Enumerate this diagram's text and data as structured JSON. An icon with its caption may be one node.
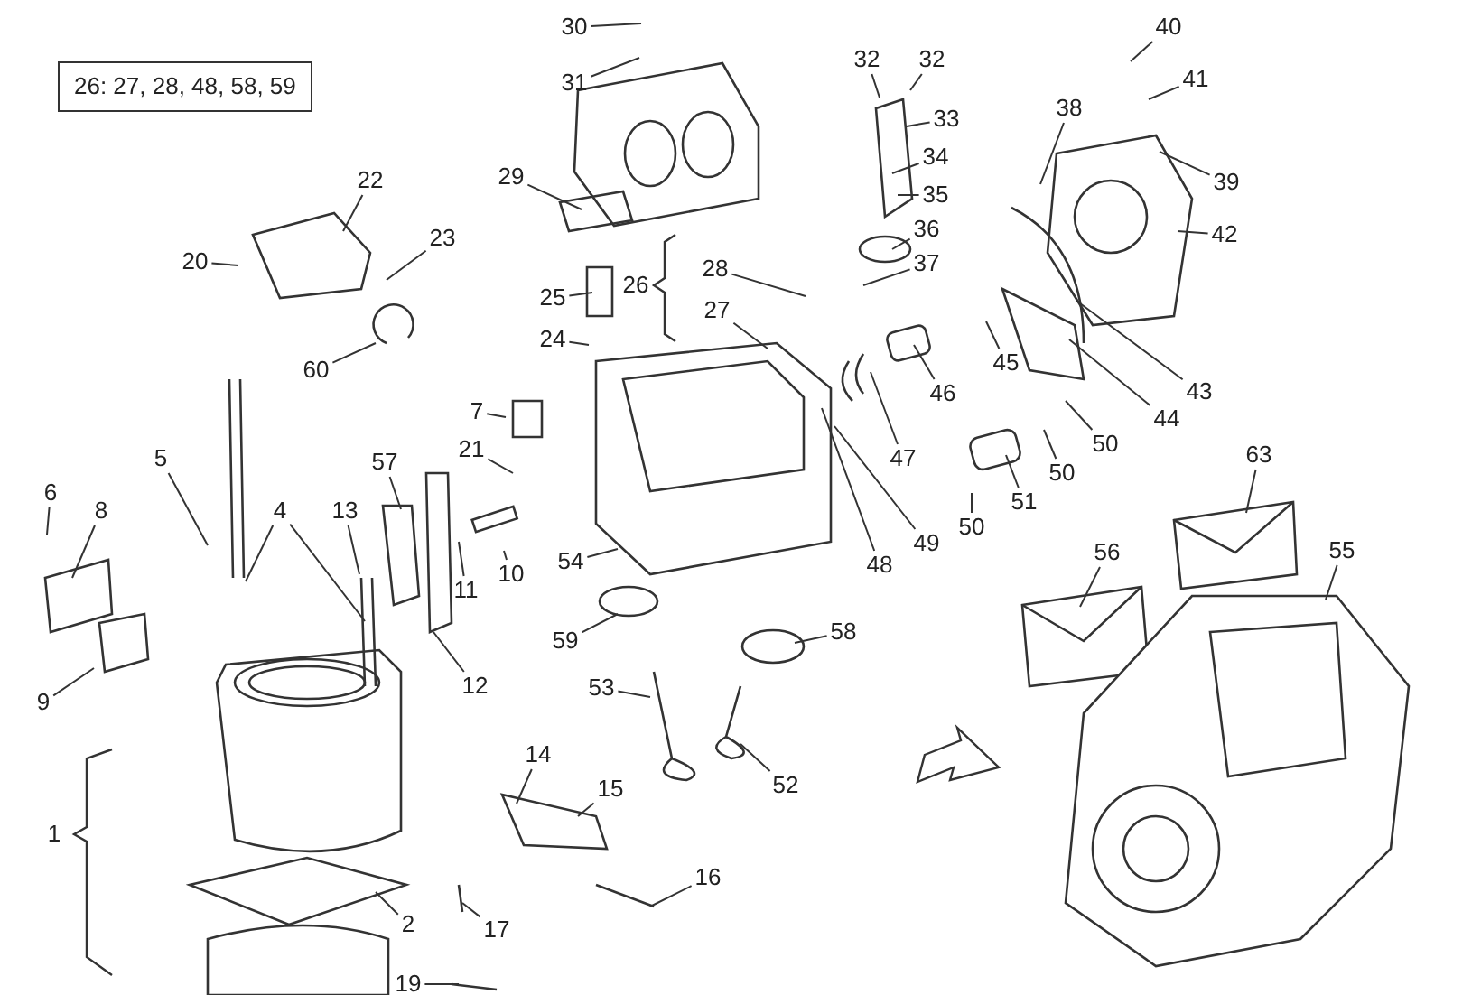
{
  "diagram": {
    "nodes": [
      {
        "text": [
          "26: 27, 28, 48, 58, 59"
        ]
      },
      {
        "text": [
          "30"
        ]
      },
      {
        "text": [
          "40"
        ]
      },
      {
        "text": [
          "32"
        ]
      },
      {
        "text": [
          "32"
        ]
      },
      {
        "text": [
          "31"
        ]
      },
      {
        "text": [
          "41"
        ]
      },
      {
        "text": [
          "38"
        ]
      },
      {
        "text": [
          "33"
        ]
      },
      {
        "text": [
          "34"
        ]
      },
      {
        "text": [
          "29"
        ]
      },
      {
        "text": [
          "39"
        ]
      },
      {
        "text": [
          "22"
        ]
      },
      {
        "text": [
          "35"
        ]
      },
      {
        "text": [
          "42"
        ]
      },
      {
        "text": [
          "36"
        ]
      },
      {
        "text": [
          "20"
        ]
      },
      {
        "text": [
          "23"
        ]
      },
      {
        "text": [
          "37"
        ]
      },
      {
        "text": [
          "28"
        ]
      },
      {
        "text": [
          "26"
        ]
      },
      {
        "text": [
          "25"
        ]
      },
      {
        "text": [
          "27"
        ]
      },
      {
        "text": [
          "24"
        ]
      },
      {
        "text": [
          "45"
        ]
      },
      {
        "text": [
          "60"
        ]
      },
      {
        "text": [
          "43"
        ]
      },
      {
        "text": [
          "46"
        ]
      },
      {
        "text": [
          "7"
        ]
      },
      {
        "text": [
          "44"
        ]
      },
      {
        "text": [
          "21"
        ]
      },
      {
        "text": [
          "50"
        ]
      },
      {
        "text": [
          "63"
        ]
      },
      {
        "text": [
          "5"
        ]
      },
      {
        "text": [
          "47"
        ]
      },
      {
        "text": [
          "50"
        ]
      },
      {
        "text": [
          "57"
        ]
      },
      {
        "text": [
          "6"
        ]
      },
      {
        "text": [
          "51"
        ]
      },
      {
        "text": [
          "4"
        ]
      },
      {
        "text": [
          "13"
        ]
      },
      {
        "text": [
          "8"
        ]
      },
      {
        "text": [
          "50"
        ]
      },
      {
        "text": [
          "49"
        ]
      },
      {
        "text": [
          "56"
        ]
      },
      {
        "text": [
          "55"
        ]
      },
      {
        "text": [
          "54"
        ]
      },
      {
        "text": [
          "10"
        ]
      },
      {
        "text": [
          "48"
        ]
      },
      {
        "text": [
          "11"
        ]
      },
      {
        "text": [
          "58"
        ]
      },
      {
        "text": [
          "59"
        ]
      },
      {
        "text": [
          "12"
        ]
      },
      {
        "text": [
          "53"
        ]
      },
      {
        "text": [
          "9"
        ]
      },
      {
        "text": [
          "14"
        ]
      },
      {
        "text": [
          "52"
        ]
      },
      {
        "text": [
          "15"
        ]
      },
      {
        "text": [
          "1"
        ]
      },
      {
        "text": [
          "16"
        ]
      },
      {
        "text": [
          "2"
        ]
      },
      {
        "text": [
          "17"
        ]
      },
      {
        "text": [
          "19"
        ]
      }
    ],
    "edges": [
      {
        "from": 1,
        "to": null,
        "arrow": "none"
      },
      {
        "from": 2,
        "to": null,
        "arrow": "none"
      },
      {
        "from": 3,
        "to": null,
        "arrow": "none"
      },
      {
        "from": 4,
        "to": null,
        "arrow": "none"
      },
      {
        "from": 5,
        "to": null,
        "arrow": "none"
      },
      {
        "from": 6,
        "to": null,
        "arrow": "none"
      },
      {
        "from": 7,
        "to": null,
        "arrow": "none"
      },
      {
        "from": 8,
        "to": null,
        "arrow": "none"
      },
      {
        "from": 9,
        "to": null,
        "arrow": "none"
      },
      {
        "from": 10,
        "to": null,
        "arrow": "none"
      },
      {
        "from": 11,
        "to": null,
        "arrow": "none"
      },
      {
        "from": 12,
        "to": null,
        "arrow": "none"
      },
      {
        "from": 13,
        "to": null,
        "arrow": "none"
      },
      {
        "from": 14,
        "to": null,
        "arrow": "none"
      },
      {
        "from": 15,
        "to": null,
        "arrow": "none"
      },
      {
        "from": 16,
        "to": null,
        "arrow": "none"
      },
      {
        "from": 17,
        "to": null,
        "arrow": "none"
      },
      {
        "from": 18,
        "to": null,
        "arrow": "none"
      },
      {
        "from": 19,
        "to": null,
        "arrow": "none"
      },
      {
        "from": 21,
        "to": null,
        "arrow": "none"
      },
      {
        "from": 22,
        "to": null,
        "arrow": "none"
      },
      {
        "from": 23,
        "to": null,
        "arrow": "none"
      },
      {
        "from": 24,
        "to": null,
        "arrow": "none"
      },
      {
        "from": 25,
        "to": null,
        "arrow": "none"
      },
      {
        "from": 26,
        "to": null,
        "arrow": "none"
      },
      {
        "from": 27,
        "to": null,
        "arrow": "none"
      },
      {
        "from": 28,
        "to": null,
        "arrow": "none"
      },
      {
        "from": 29,
        "to": null,
        "arrow": "none"
      },
      {
        "from": 30,
        "to": null,
        "arrow": "none"
      },
      {
        "from": 31,
        "to": null,
        "arrow": "none"
      },
      {
        "from": 32,
        "to": null,
        "arrow": "none"
      },
      {
        "from": 33,
        "to": null,
        "arrow": "none"
      },
      {
        "from": 34,
        "to": null,
        "arrow": "none"
      },
      {
        "from": 35,
        "to": null,
        "arrow": "none"
      },
      {
        "from": 36,
        "to": null,
        "arrow": "none"
      },
      {
        "from": 37,
        "to": null,
        "arrow": "none"
      },
      {
        "from": 38,
        "to": null,
        "arrow": "none"
      },
      {
        "from": 39,
        "to": null,
        "arrow": "none"
      },
      {
        "from": 39,
        "to": null,
        "arrow": "none"
      },
      {
        "from": 40,
        "to": null,
        "arrow": "none"
      },
      {
        "from": 41,
        "to": null,
        "arrow": "none"
      },
      {
        "from": 42,
        "to": null,
        "arrow": "none"
      },
      {
        "from": 43,
        "to": null,
        "arrow": "none"
      },
      {
        "from": 44,
        "to": null,
        "arrow": "none"
      },
      {
        "from": 45,
        "to": null,
        "arrow": "none"
      },
      {
        "from": 46,
        "to": null,
        "arrow": "none"
      },
      {
        "from": 47,
        "to": null,
        "arrow": "none"
      },
      {
        "from": 48,
        "to": null,
        "arrow": "none"
      },
      {
        "from": 49,
        "to": null,
        "arrow": "none"
      },
      {
        "from": 50,
        "to": null,
        "arrow": "none"
      },
      {
        "from": 51,
        "to": null,
        "arrow": "none"
      },
      {
        "from": 52,
        "to": null,
        "arrow": "none"
      },
      {
        "from": 53,
        "to": null,
        "arrow": "none"
      },
      {
        "from": 54,
        "to": null,
        "arrow": "none"
      },
      {
        "from": 55,
        "to": null,
        "arrow": "none"
      },
      {
        "from": 56,
        "to": null,
        "arrow": "none"
      },
      {
        "from": 57,
        "to": null,
        "arrow": "none"
      },
      {
        "from": 59,
        "to": null,
        "arrow": "none"
      },
      {
        "from": 60,
        "to": null,
        "arrow": "none"
      },
      {
        "from": 61,
        "to": null,
        "arrow": "none"
      },
      {
        "from": 62,
        "to": null,
        "arrow": "none"
      }
    ]
  }
}
